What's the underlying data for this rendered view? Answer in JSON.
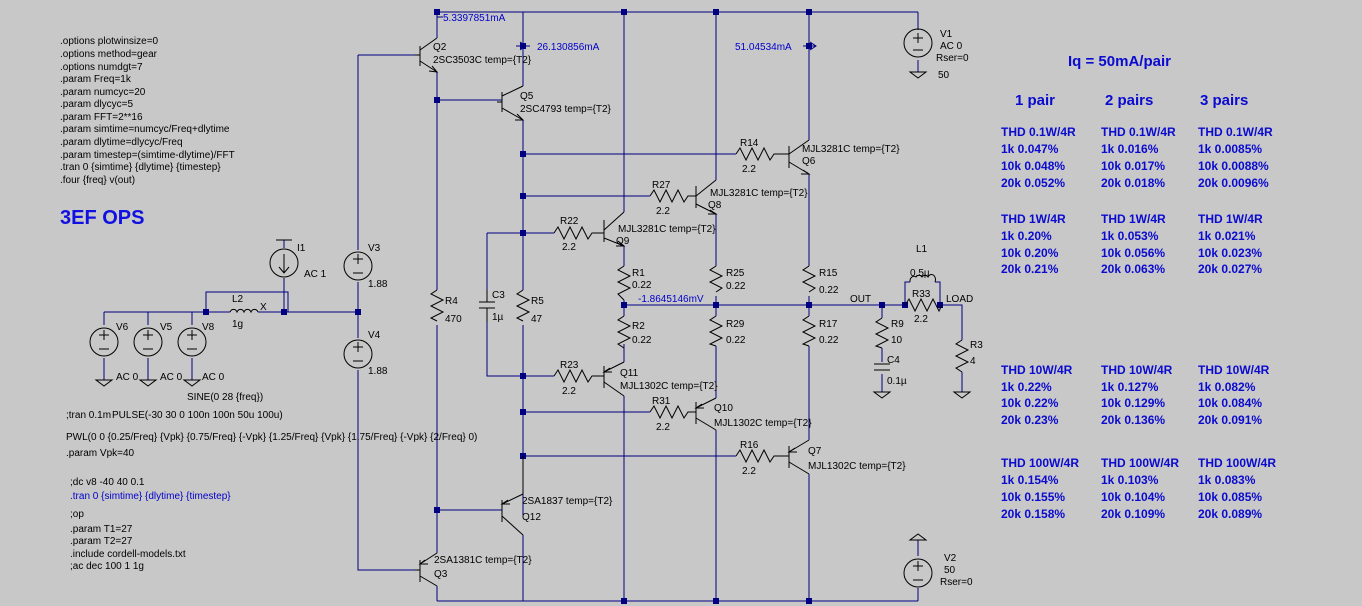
{
  "directives": [
    ".options plotwinsize=0",
    ".options method=gear",
    ".options numdgt=7",
    ".param Freq=1k",
    ".param numcyc=20",
    ".param dlycyc=5",
    ".param FFT=2**16",
    ".param simtime=numcyc/Freq+dlytime",
    ".param dlytime=dlycyc/Freq",
    ".param timestep=(simtime-dlytime)/FFT",
    ".tran 0 {simtime} {dlytime} {timestep}",
    ".four {freq} v(out)"
  ],
  "title": "3EF OPS",
  "source_text": {
    "sine": "SINE(0 28 {freq})",
    "tran_comment": ";tran 0.1m",
    "pulse": "PULSE(-30 30 0 100n 100n 50u 100u)",
    "pwl": "PWL(0 0 {0.25/Freq} {Vpk} {0.75/Freq} {-Vpk} {1.25/Freq} {Vpk} {1.75/Freq} {-Vpk} {2/Freq} 0)",
    "vpk": ".param Vpk=40",
    "dc": ";dc v8 -40 40 0.1",
    "tran2": ".tran 0 {simtime} {dlytime} {timestep}",
    "op": ";op",
    "t1": ".param T1=27",
    "t2": ".param T2=27",
    "include": ".include cordell-models.txt",
    "ac": ";ac dec 100 1 1g"
  },
  "currents": {
    "q2": "5.3397851mA",
    "q5": "26.130856mA",
    "q6": "51.04534mA",
    "out_node": "-1.8645146mV"
  },
  "components": {
    "V1": {
      "name": "V1",
      "line1": "AC 0",
      "line2": "Rser=0",
      "value": "50"
    },
    "V2": {
      "name": "V2",
      "value": "50",
      "line2": "Rser=0"
    },
    "V3": {
      "name": "V3",
      "value": "1.88"
    },
    "V4": {
      "name": "V4",
      "value": "1.88"
    },
    "V5": {
      "name": "V5",
      "value": "AC 0"
    },
    "V6": {
      "name": "V6",
      "value": "AC 0"
    },
    "V8": {
      "name": "V8",
      "value": "AC 0"
    },
    "I1": {
      "name": "I1",
      "value": "AC 1"
    },
    "L2": {
      "name": "L2",
      "value": "1g",
      "node": "X"
    },
    "L1": {
      "name": "L1",
      "value": "0.5µ"
    },
    "C3": {
      "name": "C3",
      "value": "1µ"
    },
    "C4": {
      "name": "C4",
      "value": "0.1µ"
    },
    "R4": {
      "name": "R4",
      "value": "470"
    },
    "R5": {
      "name": "R5",
      "value": "47"
    },
    "R22": {
      "name": "R22",
      "value": "2.2"
    },
    "R23": {
      "name": "R23",
      "value": "2.2"
    },
    "R27": {
      "name": "R27",
      "value": "2.2"
    },
    "R31": {
      "name": "R31",
      "value": "2.2"
    },
    "R14": {
      "name": "R14",
      "value": "2.2"
    },
    "R16": {
      "name": "R16",
      "value": "2.2"
    },
    "R1": {
      "name": "R1",
      "value": "0.22"
    },
    "R2": {
      "name": "R2",
      "value": "0.22"
    },
    "R25": {
      "name": "R25",
      "value": "0.22"
    },
    "R29": {
      "name": "R29",
      "value": "0.22"
    },
    "R15": {
      "name": "R15",
      "value": "0.22"
    },
    "R17": {
      "name": "R17",
      "value": "0.22"
    },
    "R9": {
      "name": "R9",
      "value": "10"
    },
    "R33": {
      "name": "R33",
      "value": "2.2"
    },
    "R3": {
      "name": "R3",
      "value": "4"
    },
    "Q2": {
      "name": "Q2",
      "model": "2SC3503C temp={T2}"
    },
    "Q5": {
      "name": "Q5",
      "model": "2SC4793 temp={T2}"
    },
    "Q6": {
      "name": "Q6",
      "model": "MJL3281C temp={T2}"
    },
    "Q8": {
      "name": "Q8",
      "model": "MJL3281C temp={T2}"
    },
    "Q9": {
      "name": "Q9",
      "model": "MJL3281C temp={T2}"
    },
    "Q11": {
      "name": "Q11",
      "model": "MJL1302C temp={T2}"
    },
    "Q10": {
      "name": "Q10",
      "model": "MJL1302C temp={T2}"
    },
    "Q7": {
      "name": "Q7",
      "model": "MJL1302C temp={T2}"
    },
    "Q12": {
      "name": "Q12",
      "model": "2SA1837 temp={T2}"
    },
    "Q3": {
      "name": "Q3",
      "model": "2SA1381C temp={T2}"
    }
  },
  "net_labels": {
    "out": "OUT",
    "load": "LOAD"
  },
  "results": {
    "heading": "Iq = 50mA/pair",
    "columns": [
      "1 pair",
      "2 pairs",
      "3 pairs"
    ],
    "groups": [
      {
        "label": "THD 0.1W/4R",
        "rows": [
          [
            "1k  0.047%",
            "1k  0.016%",
            "1k  0.0085%"
          ],
          [
            "10k 0.048%",
            "10k 0.017%",
            "10k 0.0088%"
          ],
          [
            "20k 0.052%",
            "20k 0.018%",
            "20k 0.0096%"
          ]
        ]
      },
      {
        "label": "THD 1W/4R",
        "rows": [
          [
            "1k  0.20%",
            "1k  0.053%",
            "1k  0.021%"
          ],
          [
            "10k 0.20%",
            "10k 0.056%",
            "10k 0.023%"
          ],
          [
            "20k 0.21%",
            "20k 0.063%",
            "20k 0.027%"
          ]
        ]
      },
      {
        "label": "THD 10W/4R",
        "rows": [
          [
            "1k  0.22%",
            "1k  0.127%",
            "1k  0.082%"
          ],
          [
            "10k 0.22%",
            "10k 0.129%",
            "10k 0.084%"
          ],
          [
            "20k 0.23%",
            "20k 0.136%",
            "20k 0.091%"
          ]
        ]
      },
      {
        "label": "THD 100W/4R",
        "rows": [
          [
            "1k  0.154%",
            "1k  0.103%",
            "1k  0.083%"
          ],
          [
            "10k 0.155%",
            "10k 0.104%",
            "10k 0.085%"
          ],
          [
            "20k 0.158%",
            "20k 0.109%",
            "20k 0.089%"
          ]
        ]
      }
    ]
  }
}
